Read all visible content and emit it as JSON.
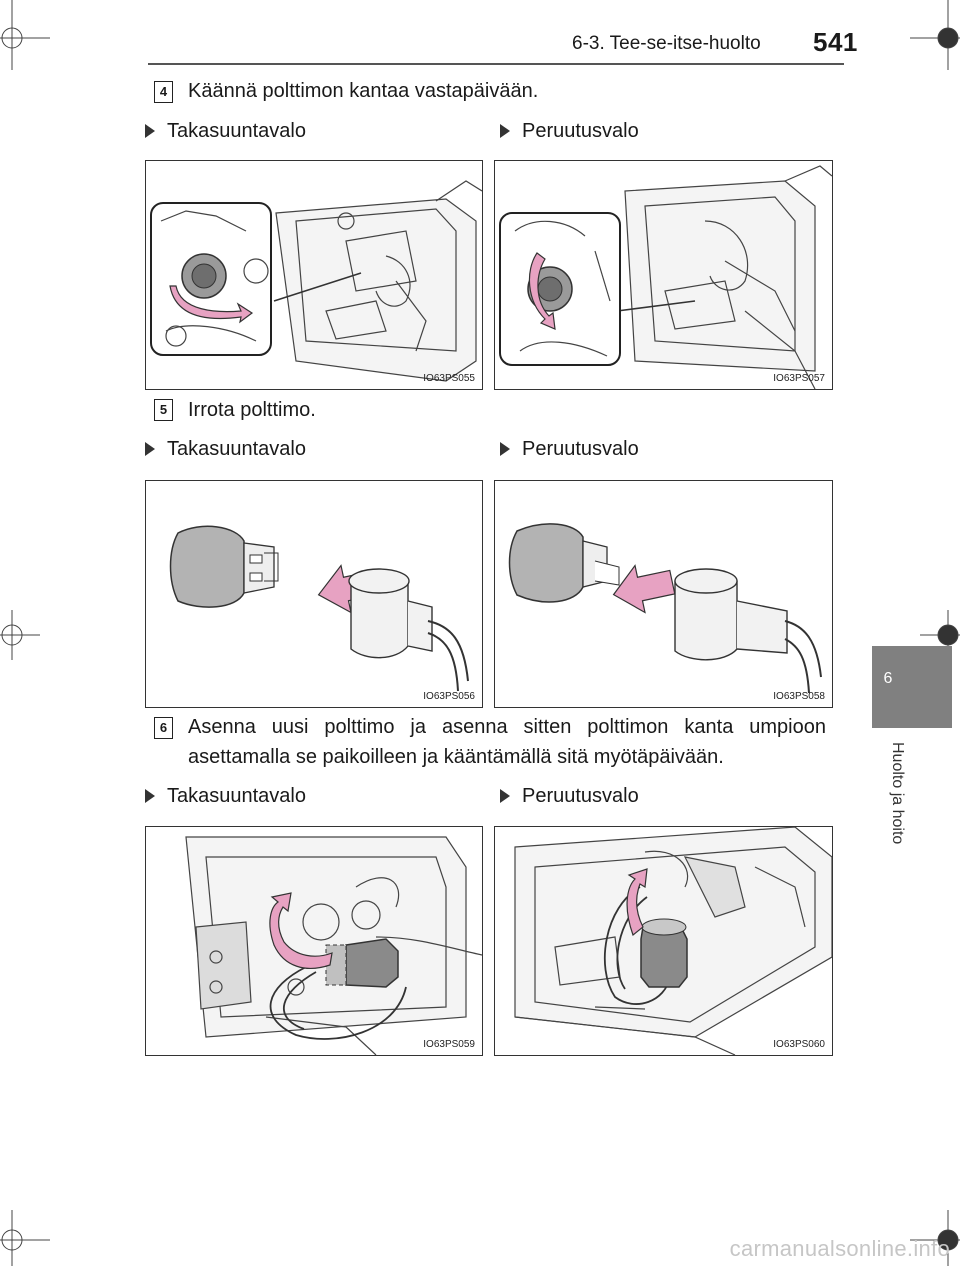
{
  "header": {
    "section": "6-3. Tee-se-itse-huolto",
    "page_number": "541"
  },
  "side_tab": {
    "chapter_number": "6",
    "chapter_title": "Huolto ja hoito"
  },
  "steps": [
    {
      "number": "4",
      "text": "Käännä polttimon kantaa vastapäivään."
    },
    {
      "number": "5",
      "text": "Irrota polttimo."
    },
    {
      "number": "6",
      "text": "Asenna uusi polttimo ja asenna sitten polttimon kanta umpioon asettamalla se paikoilleen ja kääntämällä sitä myötäpäivään."
    }
  ],
  "labels": {
    "left": "Takasuuntavalo",
    "right": "Peruutusvalo"
  },
  "figures": {
    "row1": [
      "IO63PS055",
      "IO63PS057"
    ],
    "row2": [
      "IO63PS056",
      "IO63PS058"
    ],
    "row3": [
      "IO63PS059",
      "IO63PS060"
    ]
  },
  "colors": {
    "arrow_pink": "#e7a2c2",
    "tab_gray": "#808080"
  },
  "watermark": "carmanualsonline.info"
}
